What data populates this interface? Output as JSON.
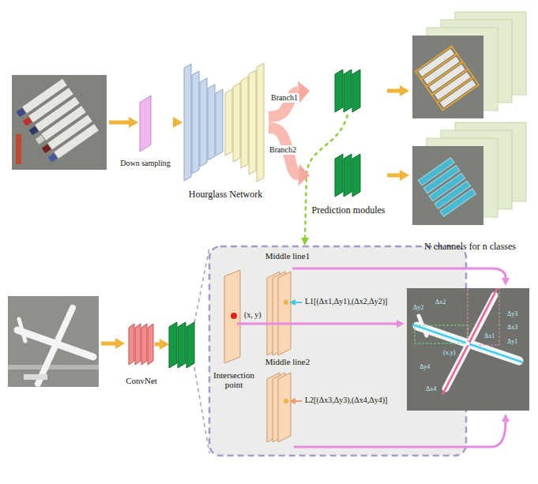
{
  "diagram": {
    "nodes": [
      {
        "text": [
          "Down sampling"
        ]
      },
      {
        "text": [
          "Hourglass Network"
        ]
      },
      {
        "text": [
          "Prediction modules"
        ]
      },
      {
        "text": [
          "N channels for n classes"
        ]
      },
      {
        "text": [
          "ConvNet"
        ]
      },
      {
        "text": [
          "Middle line1"
        ]
      },
      {
        "text": [
          "Intersection point"
        ]
      },
      {
        "text": [
          "Middle line2"
        ]
      }
    ],
    "edges": [
      {
        "from": 0,
        "to": 1,
        "arrow": "to"
      },
      {
        "from": 1,
        "to": 2,
        "label": "Branch1",
        "arrow": "to"
      },
      {
        "from": 1,
        "to": 2,
        "label": "Branch2",
        "arrow": "to"
      },
      {
        "from": 2,
        "to": 3,
        "arrow": "to"
      },
      {
        "from": 2,
        "to": 3,
        "arrow": "to"
      }
    ],
    "labels": [
      "(x, y)",
      "L1[(Δx1,Δy1),(Δx2,Δy2)]",
      "L2[(Δx3,Δy3),(Δx4,Δy4)]",
      "Δy2",
      "Δx2",
      "(x,y)",
      "Δx1",
      "Δy1",
      "Δy3",
      "Δx3",
      "Δy4",
      "Δx4"
    ]
  }
}
